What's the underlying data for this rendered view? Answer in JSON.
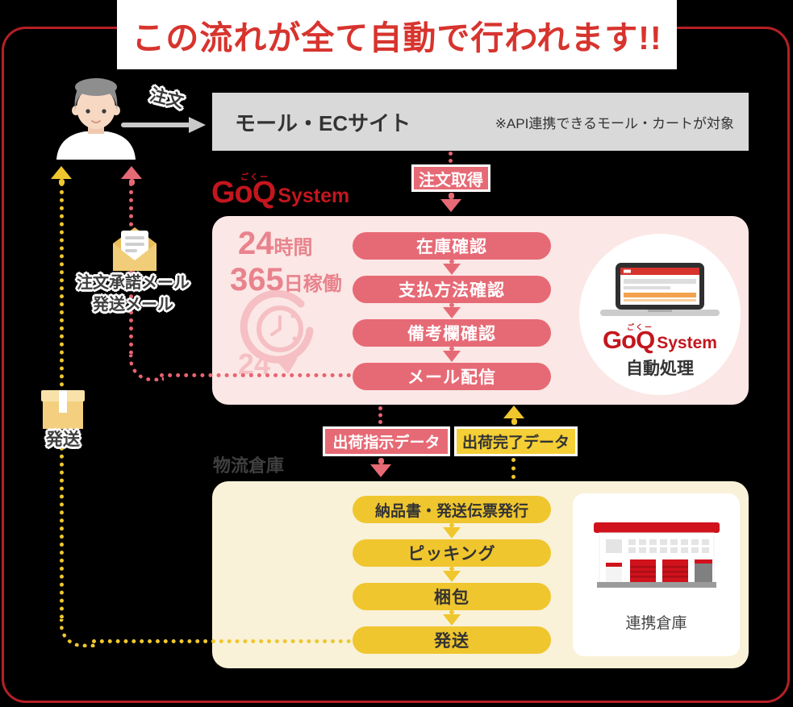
{
  "title": "この流れが全て自動で行われます!!",
  "customer": {
    "order_label": "注文"
  },
  "mall": {
    "name": "モール・ECサイト",
    "note": "※API連携できるモール・カートが対象"
  },
  "flow": {
    "order_fetch": "注文取得",
    "ship_instruction": "出荷指示データ",
    "ship_complete": "出荷完了データ"
  },
  "goq": {
    "logo_goq": "GoQ",
    "logo_system": "System",
    "furigana": "ごくー",
    "uptime_hours_num": "24",
    "uptime_hours_unit": "時間",
    "uptime_days_num": "365",
    "uptime_days_unit": "日稼働",
    "clock_label": "24",
    "steps": [
      "在庫確認",
      "支払方法確認",
      "備考欄確認",
      "メール配信"
    ],
    "auto_label": "自動処理"
  },
  "mail": {
    "line1": "注文承諾メール",
    "line2": "発送メール"
  },
  "shipping": {
    "label": "発送"
  },
  "warehouse": {
    "section_label": "物流倉庫",
    "steps": [
      "納品書・発送伝票発行",
      "ピッキング",
      "梱包",
      "発送"
    ],
    "partner_label": "連携倉庫"
  },
  "colors": {
    "title-red": "#d7342e",
    "frame-red": "#b52025",
    "logo-red": "#c3161e",
    "rose": "#e66a75",
    "rose-line": "#e8636f",
    "rose-text": "#e8838d",
    "pink-bg": "#fbe7e5",
    "pink-light": "#f5bfc3",
    "yellow": "#f0c62e",
    "yellow-line": "#eec72f",
    "yellow-badge": "#f4cf35",
    "yellow-bg": "#f9f2d9",
    "gray-box": "#d9d9d9",
    "ink": "#333333"
  }
}
